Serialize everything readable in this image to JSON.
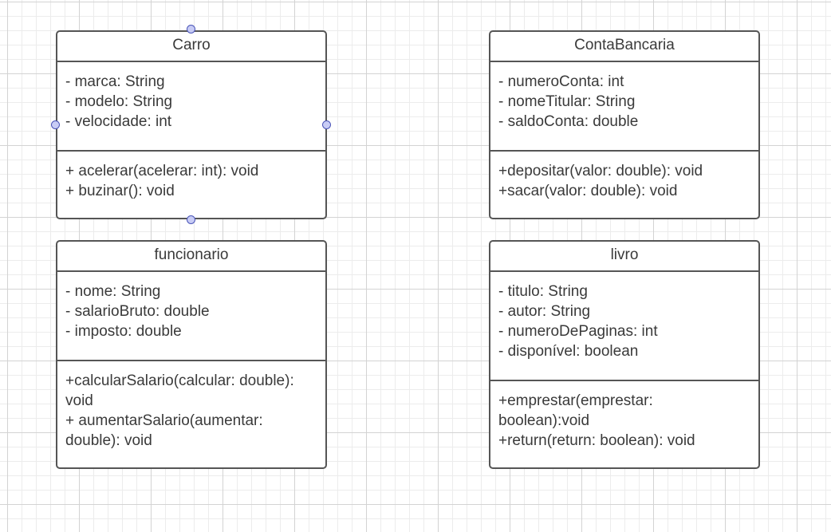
{
  "classes": [
    {
      "name": "Carro",
      "attributes": [
        "- marca: String",
        "- modelo: String",
        "- velocidade: int"
      ],
      "methods": [
        "+ acelerar(acelerar: int): void",
        "+ buzinar(): void"
      ]
    },
    {
      "name": "ContaBancaria",
      "attributes": [
        "- numeroConta: int",
        "- nomeTitular: String",
        "- saldoConta: double"
      ],
      "methods": [
        "+depositar(valor: double): void",
        "+sacar(valor: double): void"
      ]
    },
    {
      "name": "funcionario",
      "attributes": [
        "- nome: String",
        "- salarioBruto: double",
        "- imposto: double"
      ],
      "methods": [
        "+calcularSalario(calcular: double):",
        "void",
        "+ aumentarSalario(aumentar:",
        "double): void"
      ]
    },
    {
      "name": "livro",
      "attributes": [
        "- titulo: String",
        "- autor: String",
        "- numeroDePaginas: int",
        "- disponível: boolean"
      ],
      "methods": [
        "+emprestar(emprestar:",
        "boolean):void",
        "+return(return: boolean): void"
      ]
    }
  ]
}
